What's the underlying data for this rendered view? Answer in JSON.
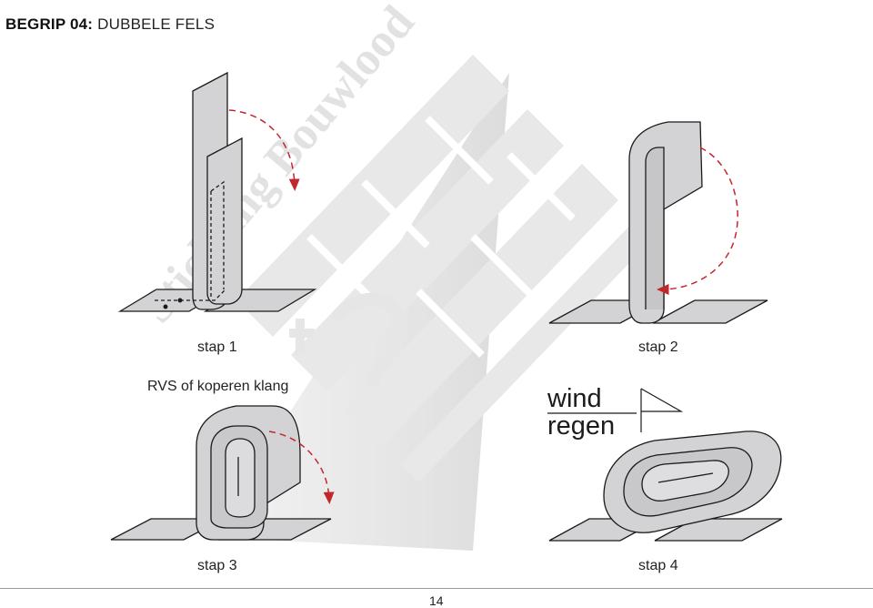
{
  "header": {
    "title_bold": "BEGRIP 04:",
    "title_rest": "DUBBELE FELS"
  },
  "watermark": {
    "text": "Stichting Bouwlood"
  },
  "steps": [
    {
      "label": "stap 1"
    },
    {
      "label": "stap 2"
    },
    {
      "label": "stap 3",
      "annotation": "RVS of koperen klang"
    },
    {
      "label": "stap 4",
      "legend": [
        "wind",
        "regen"
      ]
    }
  ],
  "footer": {
    "page_number": "14"
  },
  "colors": {
    "sheet": "#d3d3d6",
    "stroke": "#1a1a1a",
    "arrow": "#c0282d",
    "watermark": "#e9e9e9"
  }
}
